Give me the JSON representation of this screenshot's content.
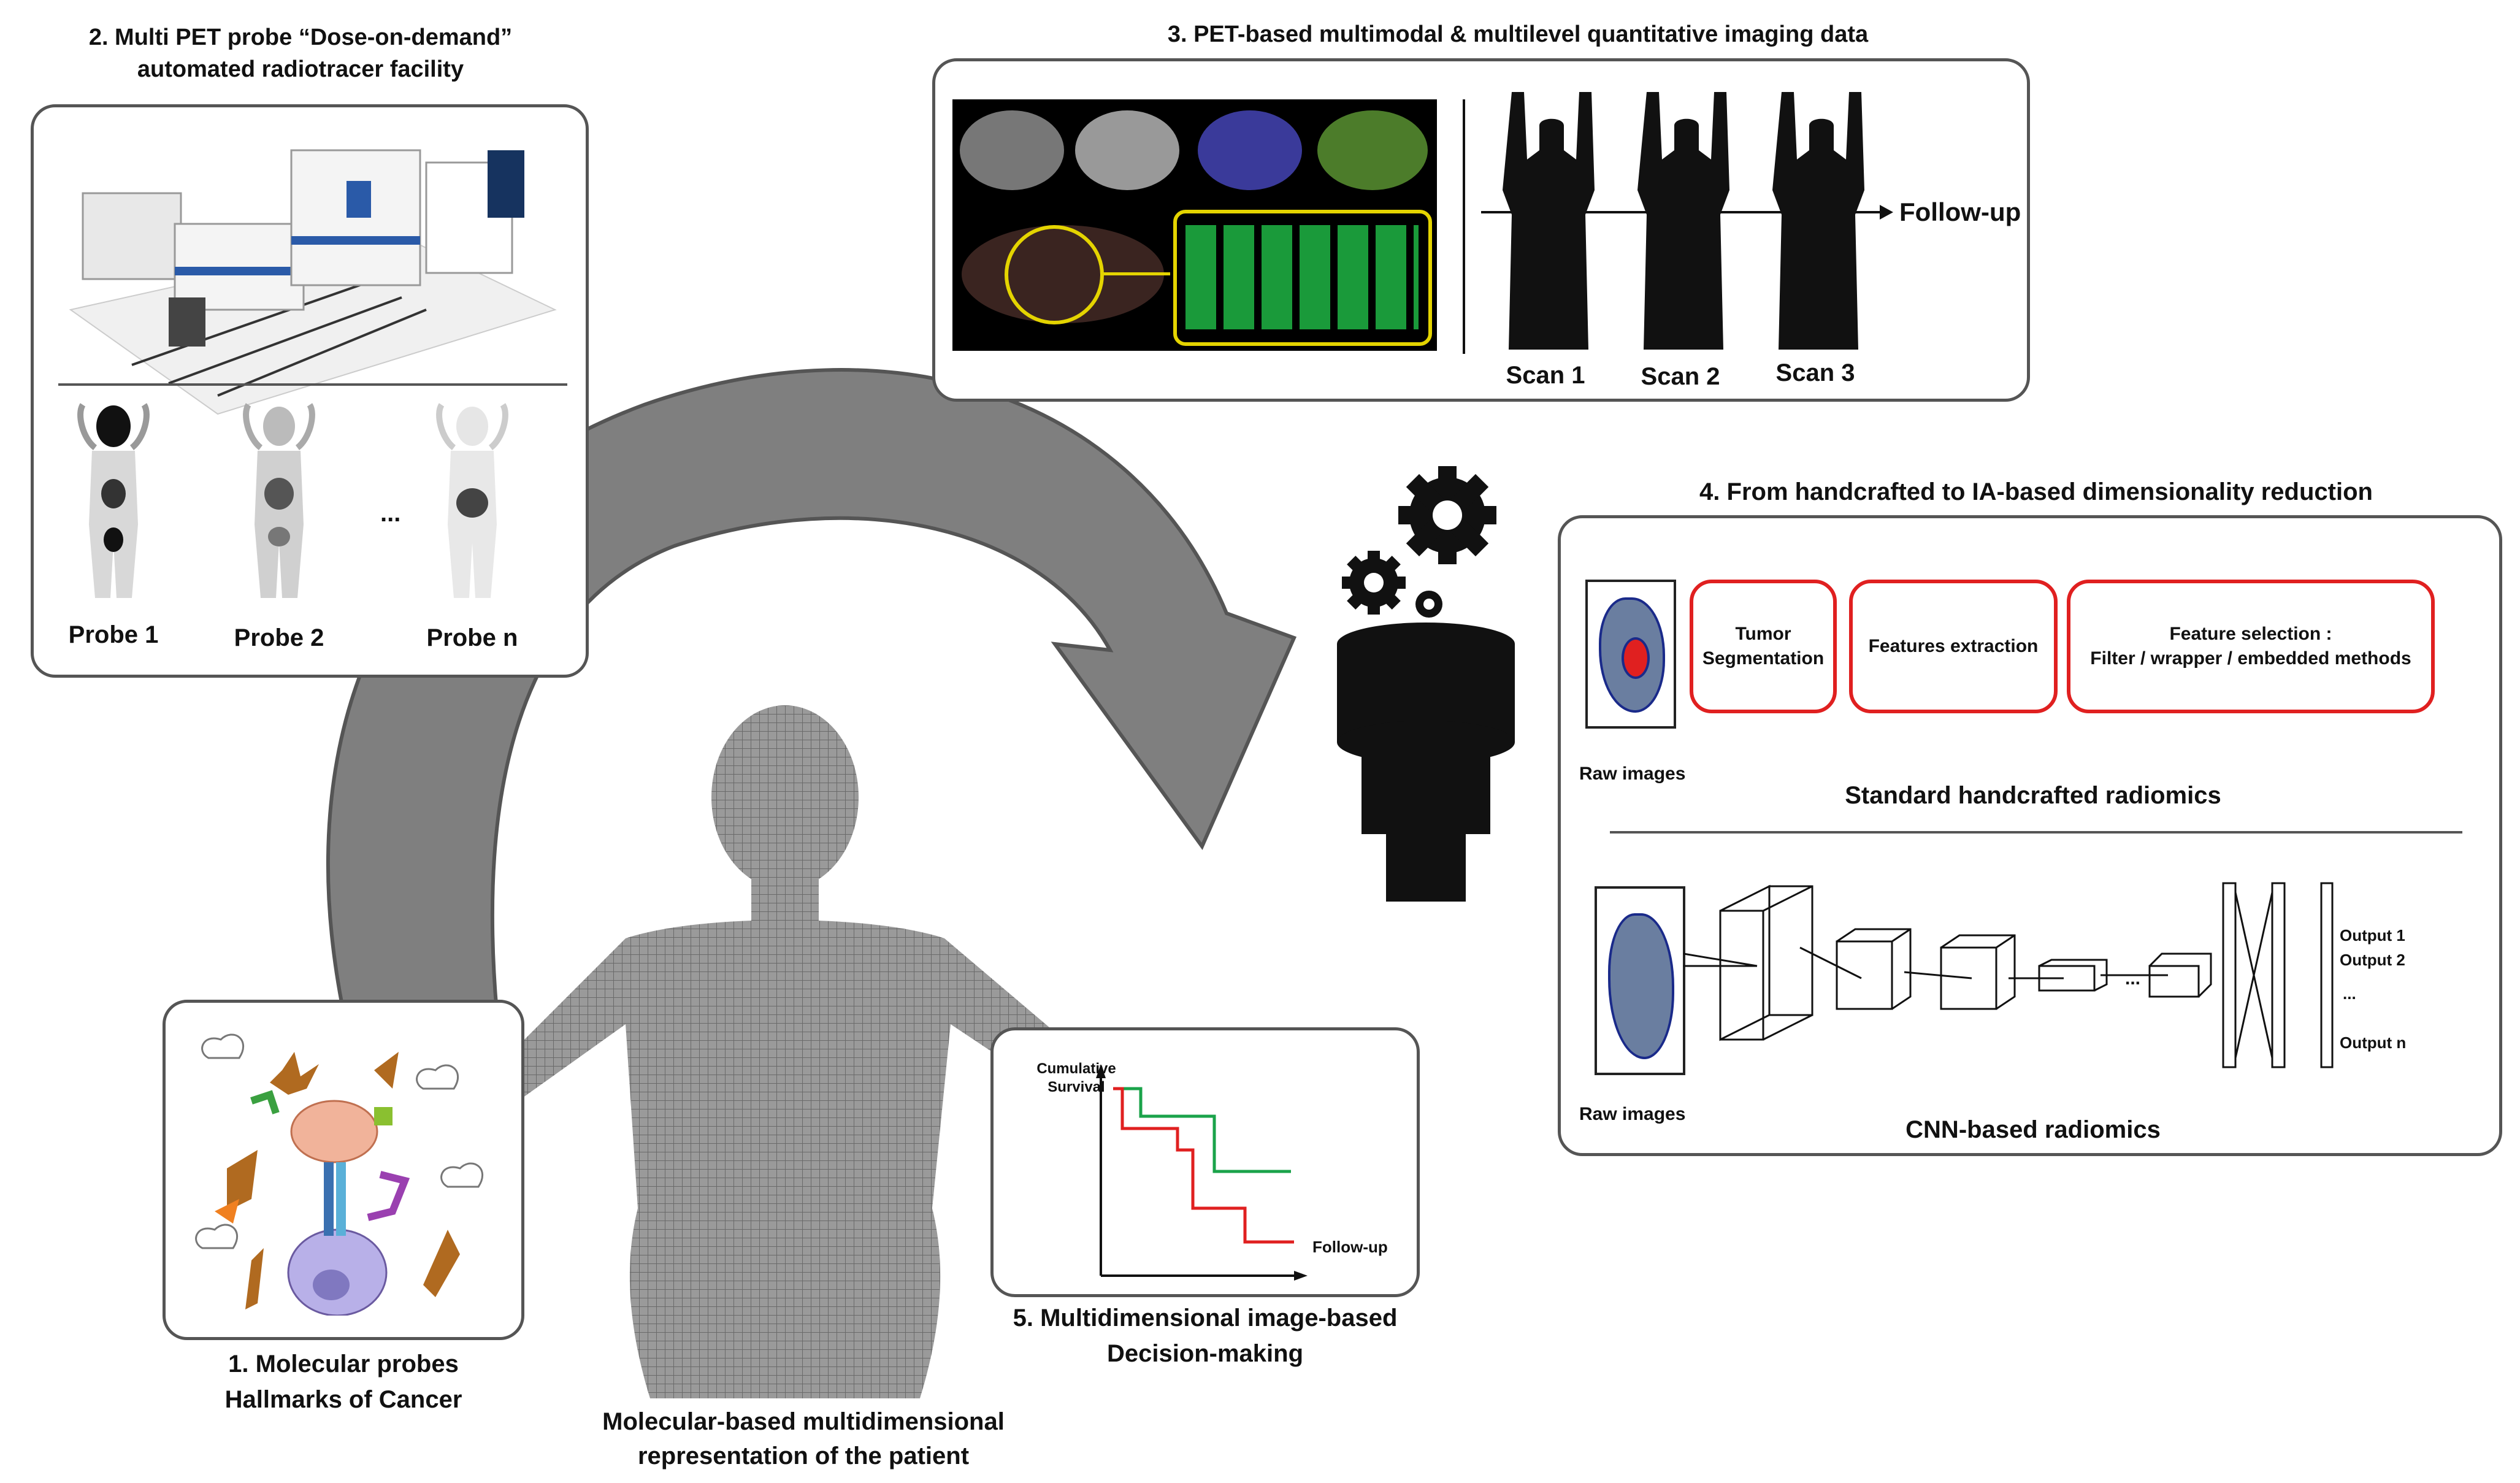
{
  "panel2": {
    "title_line1": "2. Multi PET probe “Dose-on-demand”",
    "title_line2": "automated radiotracer facility",
    "probes": [
      "Probe 1",
      "Probe 2",
      "Probe n"
    ],
    "ellipsis": "..."
  },
  "panel3": {
    "title": "3. PET-based multimodal & multilevel quantitative imaging data",
    "followup": "Follow-up",
    "scans": [
      "Scan 1",
      "Scan 2",
      "Scan 3"
    ]
  },
  "panel4": {
    "title": "4. From handcrafted to IA-based dimensionality reduction",
    "steps": [
      "Tumor Segmentation",
      "Features extraction",
      "Feature selection :\nFilter / wrapper / embedded methods"
    ],
    "raw_images_1": "Raw images",
    "standard_title": "Standard handcrafted radiomics",
    "raw_images_2": "Raw images",
    "cnn_title": "CNN-based radiomics",
    "outputs": [
      "Output 1",
      "Output 2",
      "...",
      "Output n"
    ]
  },
  "panel1": {
    "line1": "1. Molecular probes",
    "line2": "Hallmarks of Cancer"
  },
  "panel5": {
    "ylabel": "Cumulative Survival",
    "xlabel": "Follow-up",
    "line1": "5. Multidimensional image-based",
    "line2": "Decision-making"
  },
  "patient": {
    "line1": "Molecular-based multidimensional",
    "line2": "representation of the patient"
  },
  "colors": {
    "red": "#e02020",
    "green": "#1aa34a",
    "border": "#555555",
    "arrow": "#7f7f7f"
  }
}
